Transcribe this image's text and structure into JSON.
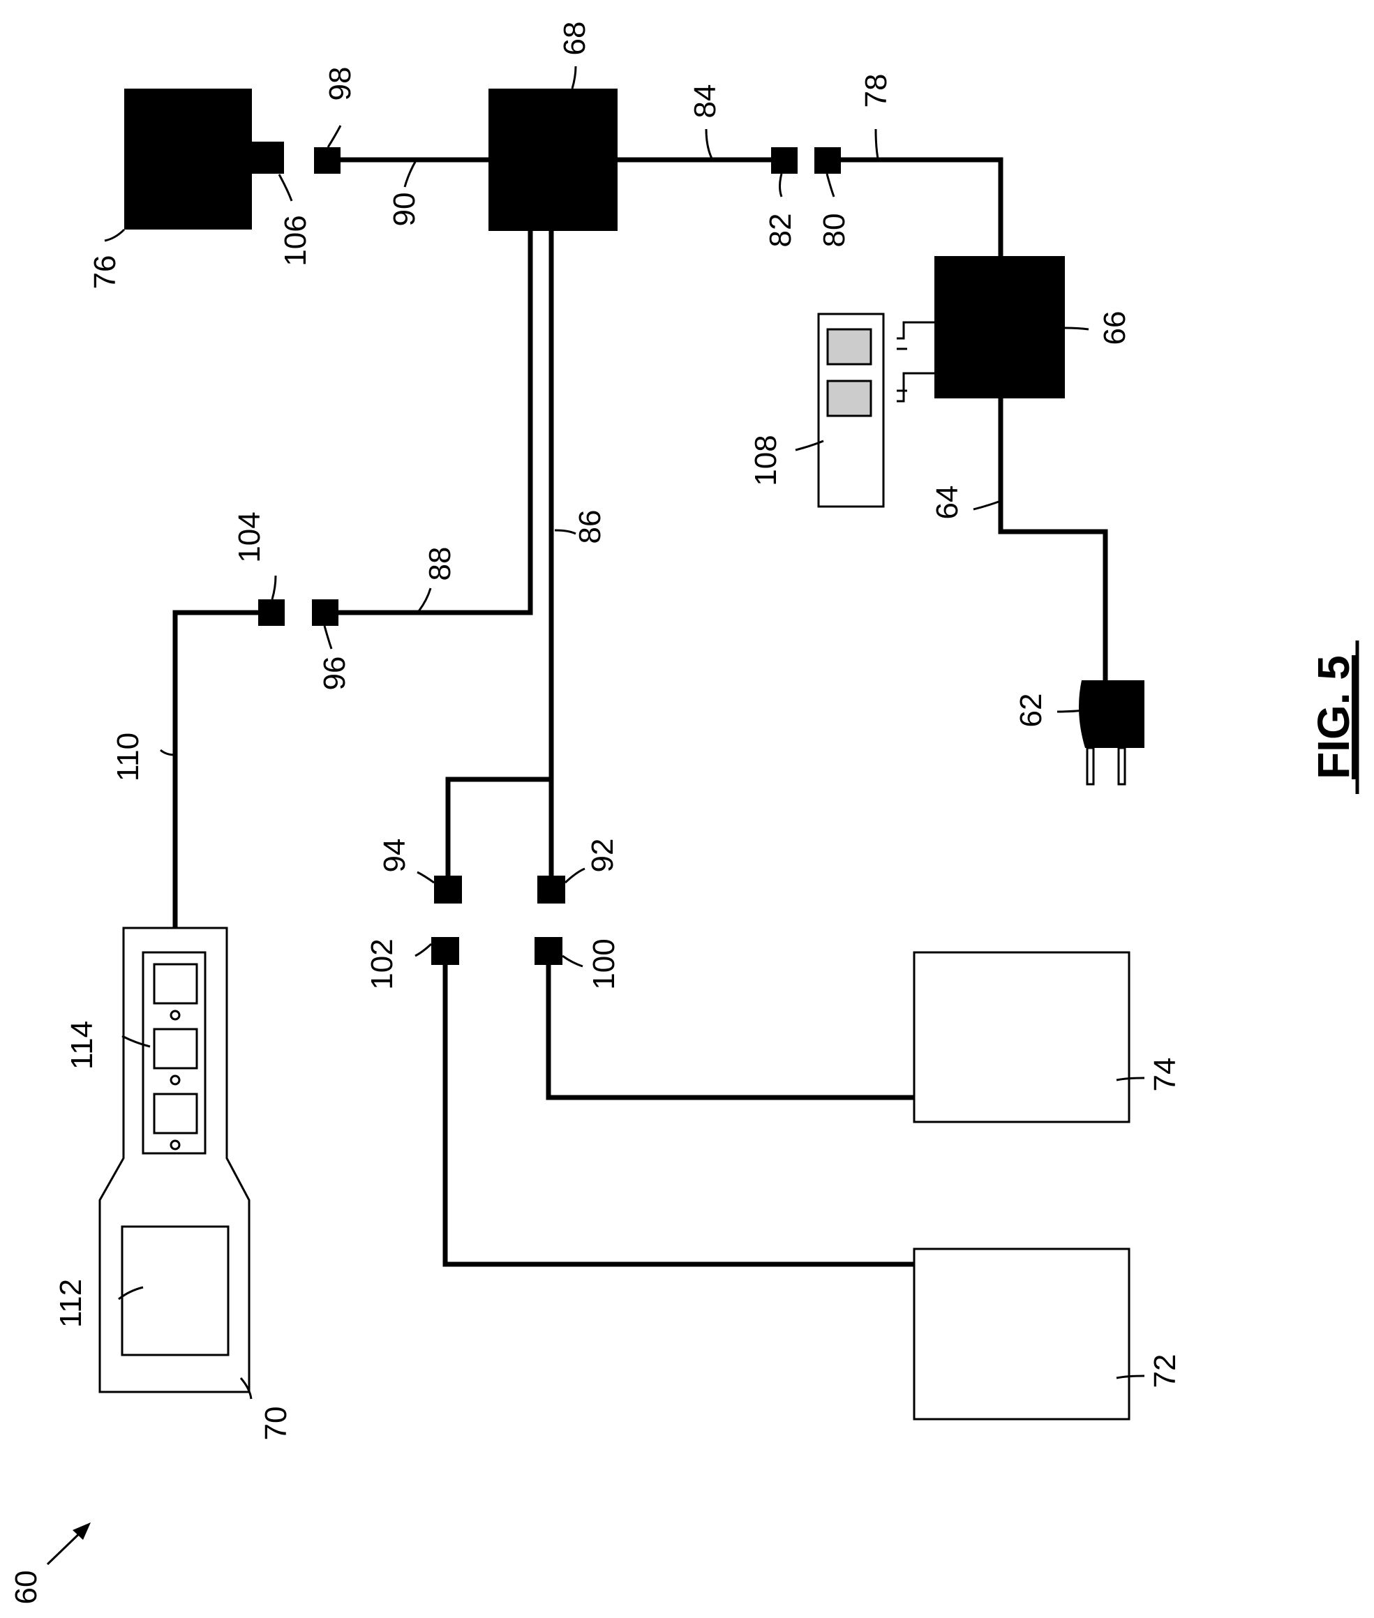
{
  "figure": {
    "caption": "FIG. 5",
    "reference_numerals": {
      "system": "60",
      "plug": "62",
      "cord_64": "64",
      "box_66": "66",
      "box_68": "68",
      "handheld": "70",
      "box_72": "72",
      "box_74": "74",
      "box_76": "76",
      "cable_78": "78",
      "conn_80": "80",
      "conn_82": "82",
      "cable_84": "84",
      "cable_86": "86",
      "cable_88": "88",
      "cable_90": "90",
      "conn_92": "92",
      "conn_94": "94",
      "conn_96": "96",
      "conn_98": "98",
      "conn_100": "100",
      "conn_102": "102",
      "conn_104": "104",
      "port_106": "106",
      "card_108": "108",
      "cable_110": "110",
      "screen_112": "112",
      "keypad_114": "114"
    }
  }
}
